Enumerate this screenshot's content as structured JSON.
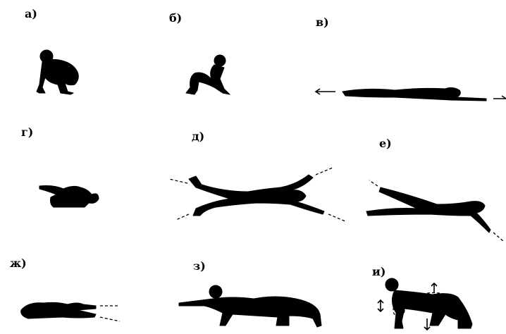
{
  "panels": [
    {
      "id": "a",
      "label": "а)"
    },
    {
      "id": "b",
      "label": "б)"
    },
    {
      "id": "v",
      "label": "в)"
    },
    {
      "id": "g",
      "label": "г)"
    },
    {
      "id": "d",
      "label": "д)"
    },
    {
      "id": "e",
      "label": "е)"
    },
    {
      "id": "zh",
      "label": "ж)"
    },
    {
      "id": "z",
      "label": "з)"
    },
    {
      "id": "i",
      "label": "и)"
    }
  ]
}
